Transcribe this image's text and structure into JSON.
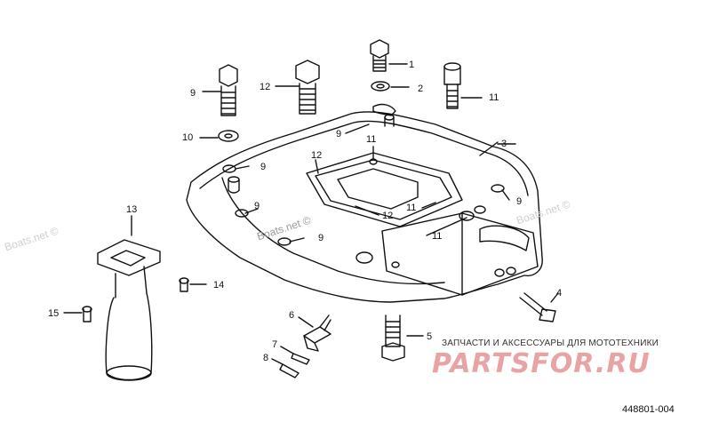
{
  "watermark": "Boats.net ©",
  "callouts": {
    "c1": "1",
    "c2": "2",
    "c3": "3",
    "c4": "4",
    "c5": "5",
    "c6": "6",
    "c7": "7",
    "c8": "8",
    "c9a": "9",
    "c9b": "9",
    "c9c": "9",
    "c9d": "9",
    "c9e": "9",
    "c9f": "9",
    "c10": "10",
    "c11a": "11",
    "c11b": "11",
    "c11c": "11",
    "c11d": "11",
    "c12a": "12",
    "c12b": "12",
    "c12c": "12",
    "c13": "13",
    "c14": "14",
    "c15": "15"
  },
  "footer": {
    "caption": "ЗАПЧАСТИ И АКСЕССУАРЫ ДЛЯ МОТОТЕХНИКИ",
    "logo": "PARTSFOR.RU",
    "part_number": "448801-004"
  },
  "colors": {
    "line": "#111111",
    "logo": "#e8a4a4",
    "watermark": "#c8c8c8"
  }
}
